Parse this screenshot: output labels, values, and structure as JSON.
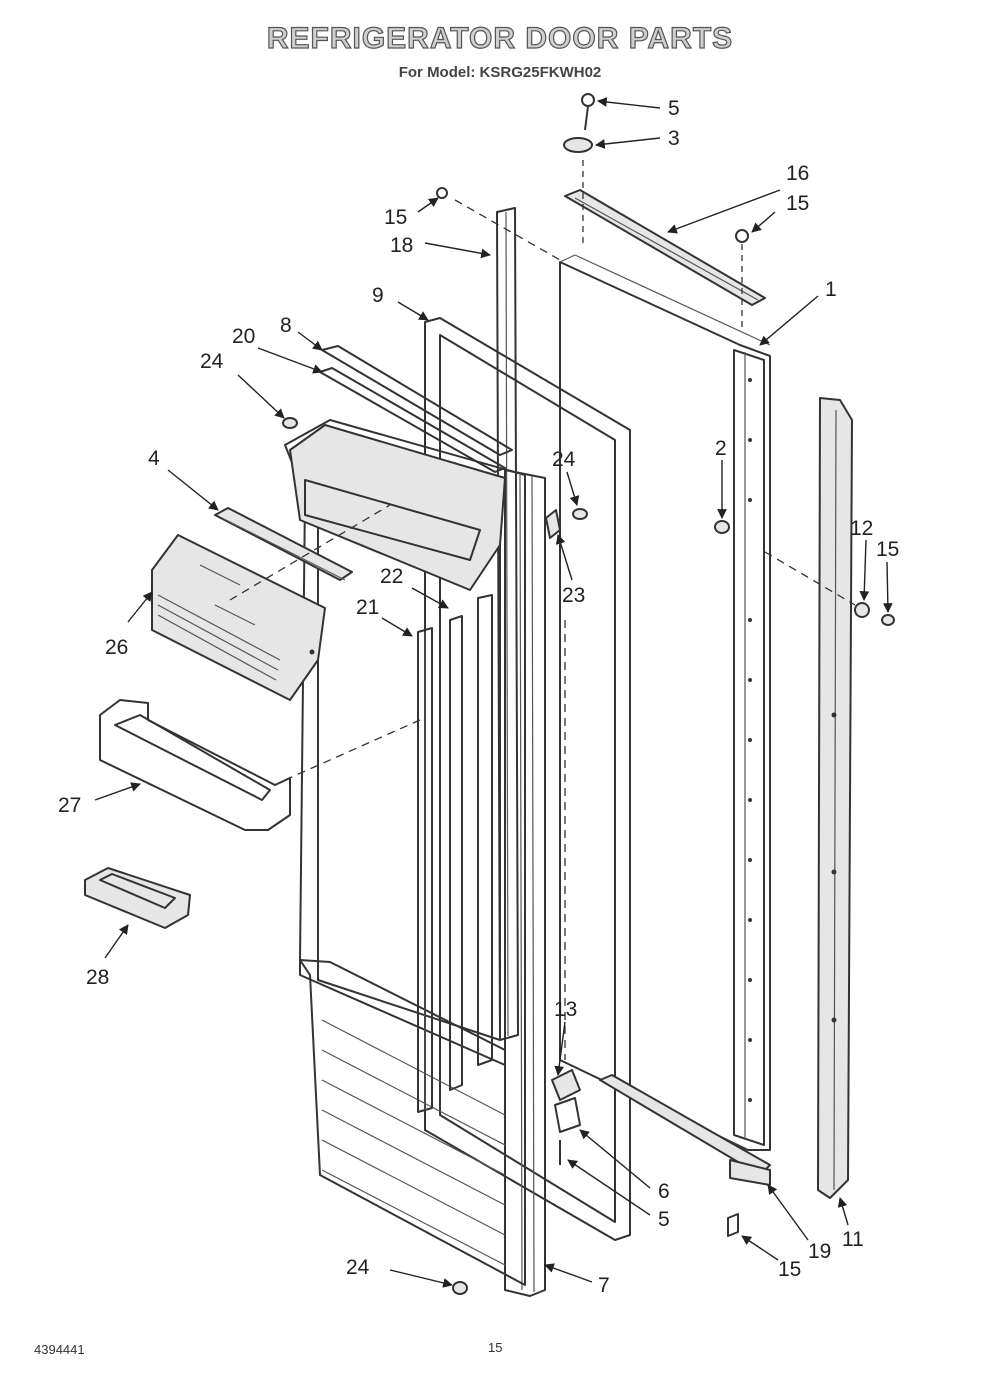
{
  "title": "REFRIGERATOR DOOR PARTS",
  "subtitle": "For Model: KSRG25FKWH02",
  "doc_number": "4394441",
  "page_number": "15",
  "callouts": [
    {
      "id": "c5a",
      "label": "5"
    },
    {
      "id": "c3",
      "label": "3"
    },
    {
      "id": "c16",
      "label": "16"
    },
    {
      "id": "c15a",
      "label": "15"
    },
    {
      "id": "c15b",
      "label": "15"
    },
    {
      "id": "c18",
      "label": "18"
    },
    {
      "id": "c1",
      "label": "1"
    },
    {
      "id": "c9",
      "label": "9"
    },
    {
      "id": "c8",
      "label": "8"
    },
    {
      "id": "c20",
      "label": "20"
    },
    {
      "id": "c24a",
      "label": "24"
    },
    {
      "id": "c24b",
      "label": "24"
    },
    {
      "id": "c2",
      "label": "2"
    },
    {
      "id": "c4",
      "label": "4"
    },
    {
      "id": "c12",
      "label": "12"
    },
    {
      "id": "c15c",
      "label": "15"
    },
    {
      "id": "c22",
      "label": "22"
    },
    {
      "id": "c23",
      "label": "23"
    },
    {
      "id": "c21",
      "label": "21"
    },
    {
      "id": "c26",
      "label": "26"
    },
    {
      "id": "c27",
      "label": "27"
    },
    {
      "id": "c28",
      "label": "28"
    },
    {
      "id": "c13",
      "label": "13"
    },
    {
      "id": "c6",
      "label": "6"
    },
    {
      "id": "c5b",
      "label": "5"
    },
    {
      "id": "c11",
      "label": "11"
    },
    {
      "id": "c19",
      "label": "19"
    },
    {
      "id": "c15d",
      "label": "15"
    },
    {
      "id": "c24c",
      "label": "24"
    },
    {
      "id": "c7",
      "label": "7"
    }
  ]
}
